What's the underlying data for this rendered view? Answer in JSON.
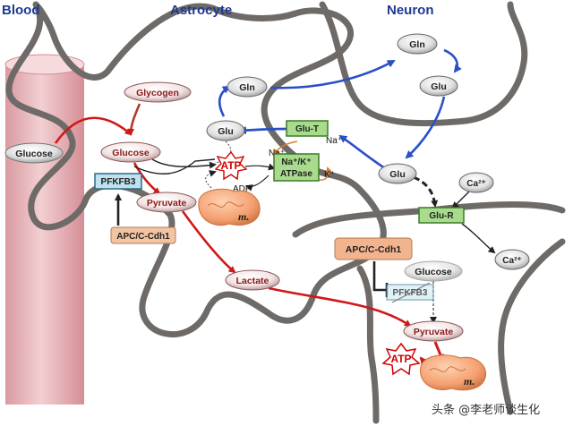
{
  "headers": {
    "blood": "Blood",
    "astrocyte": "Astrocyte",
    "neuron": "Neuron"
  },
  "astrocyte": {
    "glycogen": "Glycogen",
    "glucose_blood": "Glucose",
    "glucose": "Glucose",
    "pfkfb3": "PFKFB3",
    "pyruvate": "Pyruvate",
    "apc": "APC/C-Cdh1",
    "atp": "ATP",
    "adp": "ADP",
    "mito": "m.",
    "lactate": "Lactate",
    "gln": "Gln",
    "glu": "Glu",
    "glut": "Glu-T",
    "na1": "Na⁺",
    "na2": "Na⁺",
    "k": "K⁺",
    "atpase_l1": "Na⁺/K⁺",
    "atpase_l2": "ATPase"
  },
  "neuron": {
    "gln": "Gln",
    "glu_top": "Glu",
    "glu": "Glu",
    "ca_top": "Ca²⁺",
    "glur": "Glu-R",
    "ca": "Ca²⁺",
    "apc": "APC/C-Cdh1",
    "glucose": "Glucose",
    "pfkfb3": "PFKFB3",
    "pyruvate": "Pyruvate",
    "atp": "ATP",
    "mito": "m."
  },
  "watermark": "头条 @李老师谈生化",
  "colors": {
    "membrane": "#6e6a67",
    "red_arrow": "#d01818",
    "blue_arrow": "#2a4fc8",
    "orange_arrow": "#e07a2a",
    "vessel": "#e8b8bc",
    "mito": "#f4a070",
    "header": "#1f3a93"
  }
}
